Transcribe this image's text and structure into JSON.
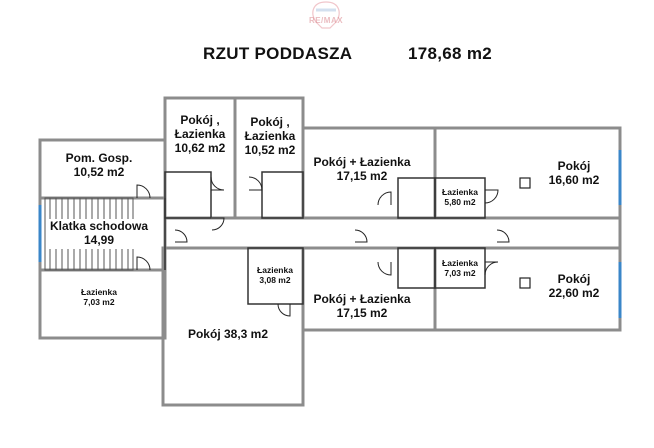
{
  "header": {
    "title": "RZUT PODDASZA",
    "total_area": "178,68 m2"
  },
  "logo": {
    "text": "RE/MAX",
    "colors": [
      "#e8a0a8",
      "#a8c2e0"
    ]
  },
  "rooms": {
    "pokoj_lazienka_1": {
      "line1": "Pokój ,",
      "line2": "Łazienka",
      "area": "10,62 m2"
    },
    "pokoj_lazienka_2": {
      "line1": "Pokój ,",
      "line2": "Łazienka",
      "area": "10,52 m2"
    },
    "pom_gosp": {
      "line1": "Pom. Gosp.",
      "area": "10,52 m2"
    },
    "pokoj_lazienka_3": {
      "line1": "Pokój + Łazienka",
      "area": "17,15 m2"
    },
    "lazienka_1": {
      "line1": "Łazienka",
      "area": "5,80 m2"
    },
    "pokoj_1": {
      "line1": "Pokój",
      "area": "16,60 m2"
    },
    "klatka": {
      "line1": "Klatka schodowa",
      "area": "14,99"
    },
    "lazienka_2": {
      "line1": "Łazienka",
      "area": "3,08 m2"
    },
    "lazienka_3": {
      "line1": "Łazienka",
      "area": "7,03 m2"
    },
    "pokoj_2": {
      "line1": "Pokój",
      "area": "22,60 m2"
    },
    "lazienka_4": {
      "line1": "Łazienka",
      "area": "7,03 m2"
    },
    "pokoj_lazienka_4": {
      "line1": "Pokój + Łazienka",
      "area": "17,15 m2"
    },
    "pokoj_3": {
      "line1": "Pokój 38,3 m2"
    }
  },
  "colors": {
    "wall": "#8c8c8c",
    "wall_dark": "#333333",
    "window": "#3a86c8",
    "door": "#222222"
  }
}
